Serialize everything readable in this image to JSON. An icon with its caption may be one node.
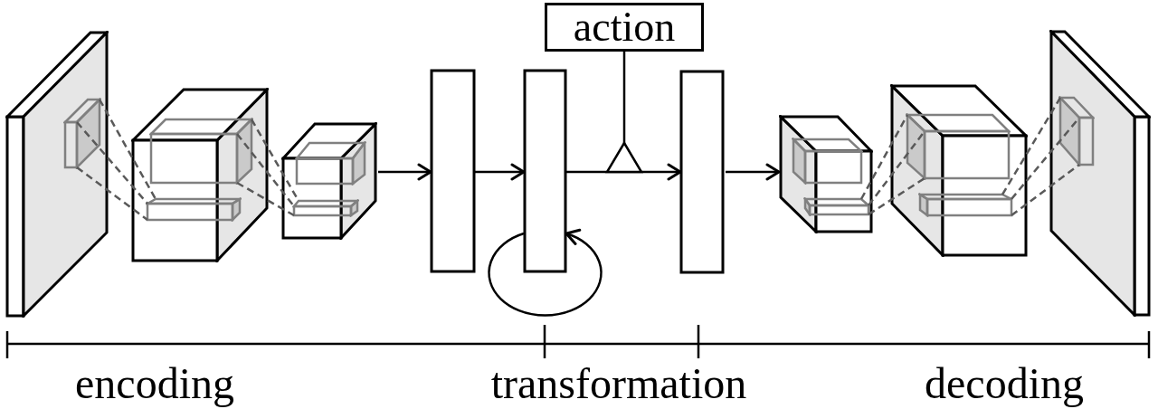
{
  "diagram": {
    "nodes": [
      {
        "text": [],
        "shape": "box"
      },
      {
        "text": [],
        "shape": "box",
        "in": 0
      },
      {
        "text": [],
        "shape": "cube"
      },
      {
        "text": [],
        "shape": "box",
        "in": 2
      },
      {
        "text": [],
        "shape": "box",
        "in": 2
      },
      {
        "text": [],
        "shape": "cube"
      },
      {
        "text": [],
        "shape": "box",
        "in": 5
      },
      {
        "text": [],
        "shape": "box",
        "in": 5
      },
      {
        "text": [],
        "shape": "bar"
      },
      {
        "text": [],
        "shape": "bar"
      },
      {
        "text": [
          "action"
        ]
      },
      {
        "text": [],
        "shape": "bar"
      },
      {
        "text": [],
        "shape": "cube"
      },
      {
        "text": [],
        "shape": "box",
        "in": 12
      },
      {
        "text": [],
        "shape": "box",
        "in": 12
      },
      {
        "text": [],
        "shape": "cube"
      },
      {
        "text": [],
        "shape": "box",
        "in": 15
      },
      {
        "text": [],
        "shape": "box",
        "in": 15
      },
      {
        "text": [],
        "shape": "box"
      },
      {
        "text": [],
        "shape": "box",
        "in": 18
      }
    ],
    "edges": [
      {
        "from": 1,
        "to": 4,
        "arrow": "none",
        "style": "dashed",
        "color": "#595959"
      },
      {
        "from": 1,
        "to": 4,
        "arrow": "none",
        "style": "dashed",
        "color": "#595959"
      },
      {
        "from": 1,
        "to": 4,
        "arrow": "none",
        "style": "dashed",
        "color": "#595959"
      },
      {
        "from": 3,
        "to": 7,
        "arrow": "none",
        "style": "dashed",
        "color": "#595959"
      },
      {
        "from": 3,
        "to": 7,
        "arrow": "none",
        "style": "dashed",
        "color": "#595959"
      },
      {
        "from": 3,
        "to": 7,
        "arrow": "none",
        "style": "dashed",
        "color": "#595959"
      },
      {
        "from": 5,
        "to": 8,
        "arrow": "to"
      },
      {
        "from": 8,
        "to": 9,
        "arrow": "to"
      },
      {
        "from": 9,
        "to": 11,
        "arrow": "to"
      },
      {
        "from": 10,
        "to": null,
        "arrow": "other"
      },
      {
        "from": 9,
        "to": 9,
        "arrow": "to"
      },
      {
        "from": 11,
        "to": 12,
        "arrow": "to"
      },
      {
        "from": 14,
        "to": 16,
        "arrow": "none",
        "style": "dashed",
        "color": "#595959"
      },
      {
        "from": 14,
        "to": 16,
        "arrow": "none",
        "style": "dashed",
        "color": "#595959"
      },
      {
        "from": 14,
        "to": 16,
        "arrow": "none",
        "style": "dashed",
        "color": "#595959"
      },
      {
        "from": 17,
        "to": 19,
        "arrow": "none",
        "style": "dashed",
        "color": "#595959"
      },
      {
        "from": 17,
        "to": 19,
        "arrow": "none",
        "style": "dashed",
        "color": "#595959"
      },
      {
        "from": 17,
        "to": 19,
        "arrow": "none",
        "style": "dashed",
        "color": "#595959"
      }
    ],
    "labels": [
      "encoding",
      "transformation",
      "decoding"
    ]
  }
}
